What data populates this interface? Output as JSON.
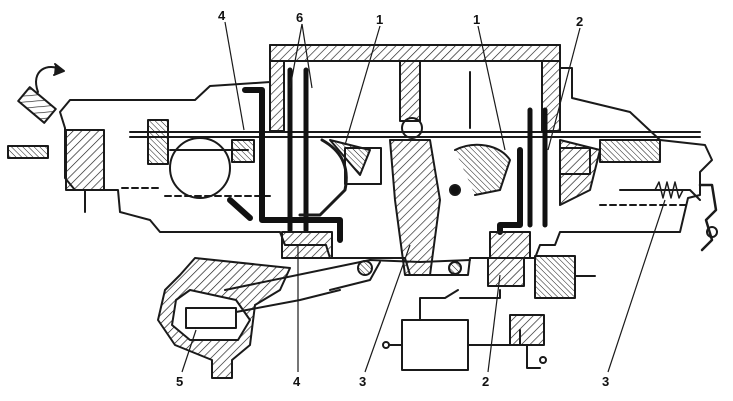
{
  "callouts": [
    {
      "id": "c4a",
      "text": "4"
    },
    {
      "id": "c6",
      "text": "6"
    },
    {
      "id": "c1a",
      "text": "1"
    },
    {
      "id": "c1b",
      "text": "1"
    },
    {
      "id": "c2a",
      "text": "2"
    },
    {
      "id": "c5",
      "text": "5"
    },
    {
      "id": "c4b",
      "text": "4"
    },
    {
      "id": "c3a",
      "text": "3"
    },
    {
      "id": "c2b",
      "text": "2"
    },
    {
      "id": "c3b",
      "text": "3"
    }
  ],
  "colors": {
    "line": "#1a1a1a",
    "hatch": "#1a1a1a",
    "fill_dark": "#111111",
    "background": "#ffffff"
  }
}
